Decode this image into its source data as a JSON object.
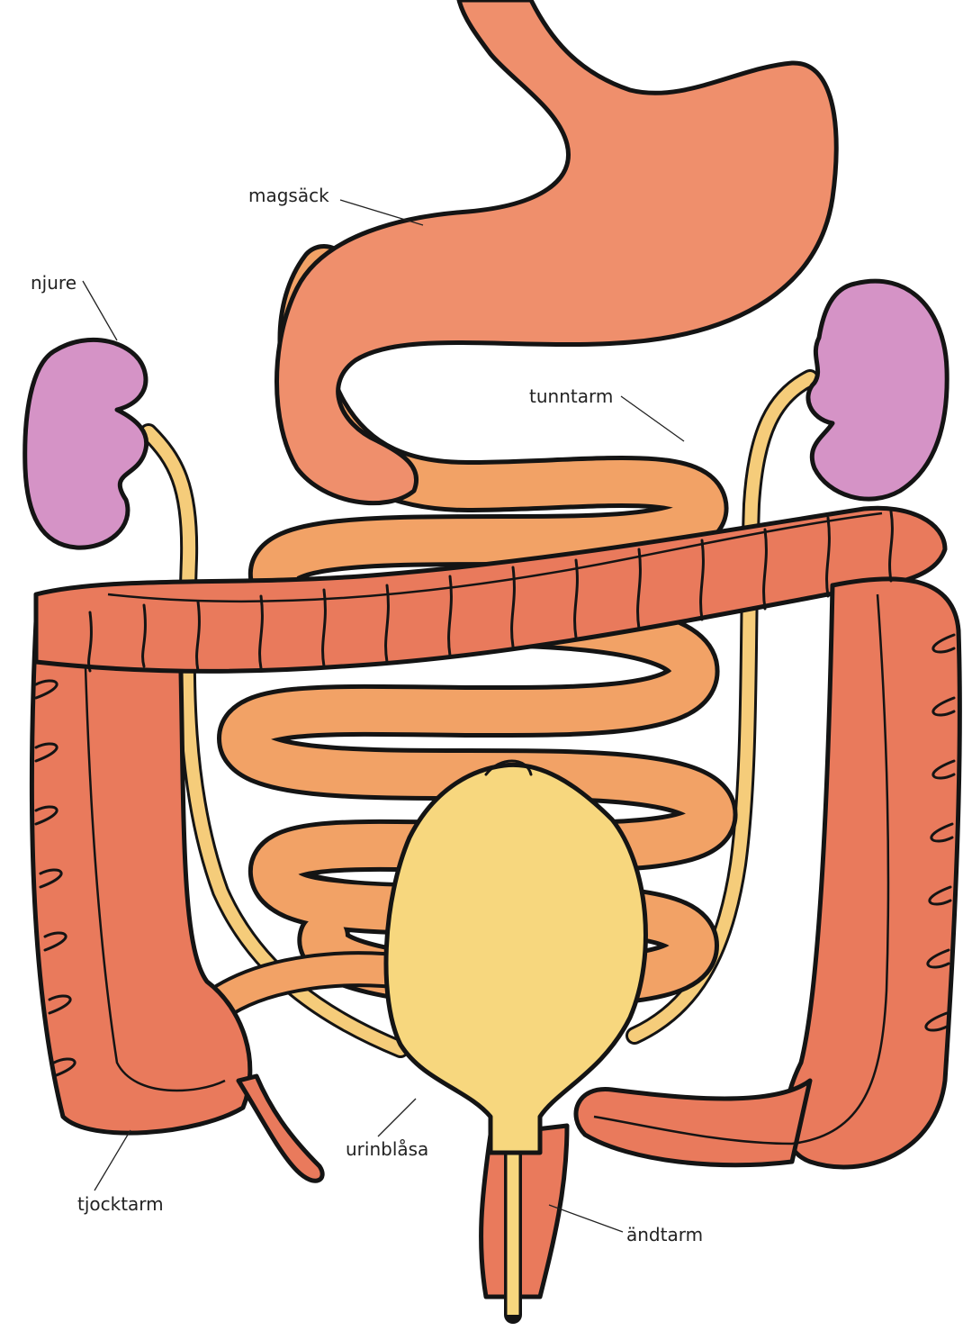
{
  "labels": {
    "stomach": "magsäck",
    "kidney": "njure",
    "small_intestine": "tunntarm",
    "large_intestine": "tjocktarm",
    "bladder": "urinblåsa",
    "rectum": "ändtarm"
  },
  "colors": {
    "stomach": "#ef8f6c",
    "small_intestine": "#f2a266",
    "large_intestine": "#e97a5c",
    "kidney": "#d593c6",
    "ureter": "#f5cc7a",
    "bladder": "#f7d77e",
    "outline": "#141414"
  }
}
